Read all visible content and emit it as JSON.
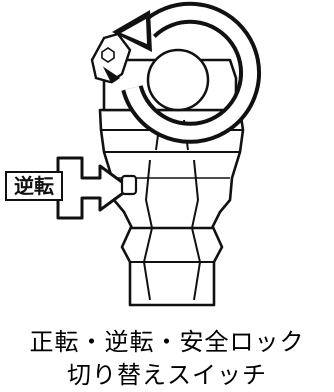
{
  "callout": {
    "reverse_label": "逆転"
  },
  "caption": {
    "line1": "正転・逆転・安全ロック",
    "line2": "切り替えスイッチ"
  }
}
